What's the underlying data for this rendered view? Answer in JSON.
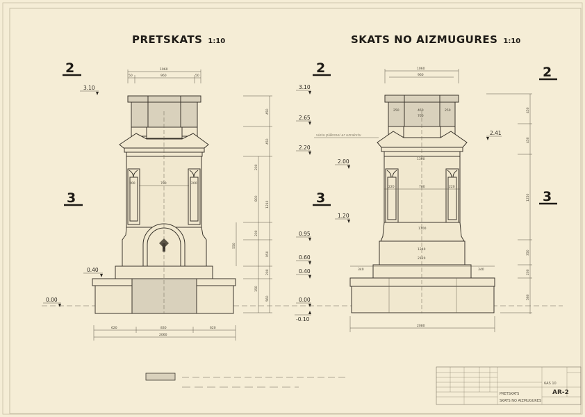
{
  "titles": {
    "front": {
      "label": "PRETSKATS",
      "scale": "1:10"
    },
    "back": {
      "label": "SKATS NO AIZMUGURES",
      "scale": "1:10"
    }
  },
  "section_markers": {
    "upper": "2",
    "lower": "3"
  },
  "front_levels": [
    "3.10",
    "0.40",
    "0.00"
  ],
  "back_levels": [
    "3.10",
    "2.65",
    "2.20",
    "2.00",
    "1.20",
    "0.95",
    "0.60",
    "0.40",
    "0.00",
    "-0.10",
    "2.41"
  ],
  "front_dims": {
    "top_total": "1060",
    "top_inner": "960",
    "top_side": "50",
    "shaft_inner": "700",
    "pilaster_l": "200",
    "pilaster_r": "200",
    "bottom_l": "620",
    "bottom_c": "830",
    "bottom_r": "620",
    "bottom_total": "2060",
    "v1": "450",
    "v2": "450",
    "v3": "1210",
    "v4": "200",
    "v5": "800",
    "v6": "200",
    "v7": "550",
    "v8": "950",
    "v9": "150",
    "v10": "200",
    "v11": "560"
  },
  "back_dims": {
    "top_total": "1060",
    "top_inner": "960",
    "cap_l": "250",
    "cap_c": "460",
    "cap_r": "250",
    "cap_inner": "760",
    "cornice": "1300",
    "shaft": "700",
    "pil_l": "220",
    "pil_r": "220",
    "lower": "1100",
    "step1": "1240",
    "step2": "2120",
    "side_l": "340",
    "side_r": "340",
    "bottom_total": "2080",
    "v1": "450",
    "v2": "450",
    "v3": "1250",
    "v4": "350",
    "v5": "200",
    "v6": "560"
  },
  "notes": {
    "note_back": "vieta plāksnei ar uzrakstu"
  },
  "title_block": {
    "sheet_code": "AR-2",
    "number": "6AS 10",
    "sheet_title_1": "PRETSKATS",
    "sheet_title_2": "SKATS NO AIZMUGURES"
  },
  "colors": {
    "paper": "#f5edd6",
    "ink": "#3a352c",
    "shade": "#d9d1bc"
  }
}
